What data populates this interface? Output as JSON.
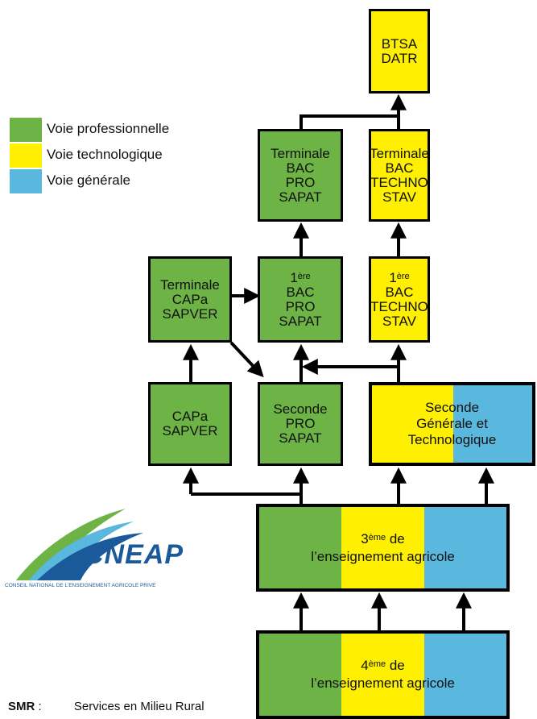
{
  "legend": [
    {
      "label": "Voie professionnelle",
      "color": "#6db345"
    },
    {
      "label": "Voie technologique",
      "color": "#ffef00"
    },
    {
      "label": "Voie générale",
      "color": "#5ab7de"
    }
  ],
  "boxes": {
    "btsa": "BTSA\nDATR",
    "term_bacpro": "Terminale\nBAC\nPRO\nSAPAT",
    "term_bactechno": "Terminale\nBAC\nTECHNO\nSTAV",
    "term_capa": "Terminale\nCAPa\nSAPVER",
    "premiere_bacpro_sup": "ère",
    "premiere_bacpro_num": "1",
    "premiere_bacpro_rest": "BAC\nPRO\nSAPAT",
    "premiere_bactechno_sup": "ère",
    "premiere_bactechno_num": "1",
    "premiere_bactechno_rest": "BAC\nTECHNO\nSTAV",
    "capa": "CAPa\nSAPVER",
    "seconde_pro": "Seconde\nPRO\nSAPAT",
    "seconde_gt": "Seconde\nGénérale et\nTechnologique",
    "troisieme_num": "3",
    "troisieme_sup": "ème",
    "troisieme_de": " de",
    "troisieme_line2": "l’enseignement agricole",
    "quatrieme_num": "4",
    "quatrieme_sup": "ème",
    "quatrieme_de": " de",
    "quatrieme_line2": "l’enseignement agricole"
  },
  "logo": {
    "name": "CNEAP",
    "subtitle": "CONSEIL NATIONAL DE L’ENSEIGNEMENT AGRICOLE PRIVE"
  },
  "footnote": {
    "abbr": "SMR",
    "sep": " :",
    "text": "Services en Milieu Rural"
  }
}
